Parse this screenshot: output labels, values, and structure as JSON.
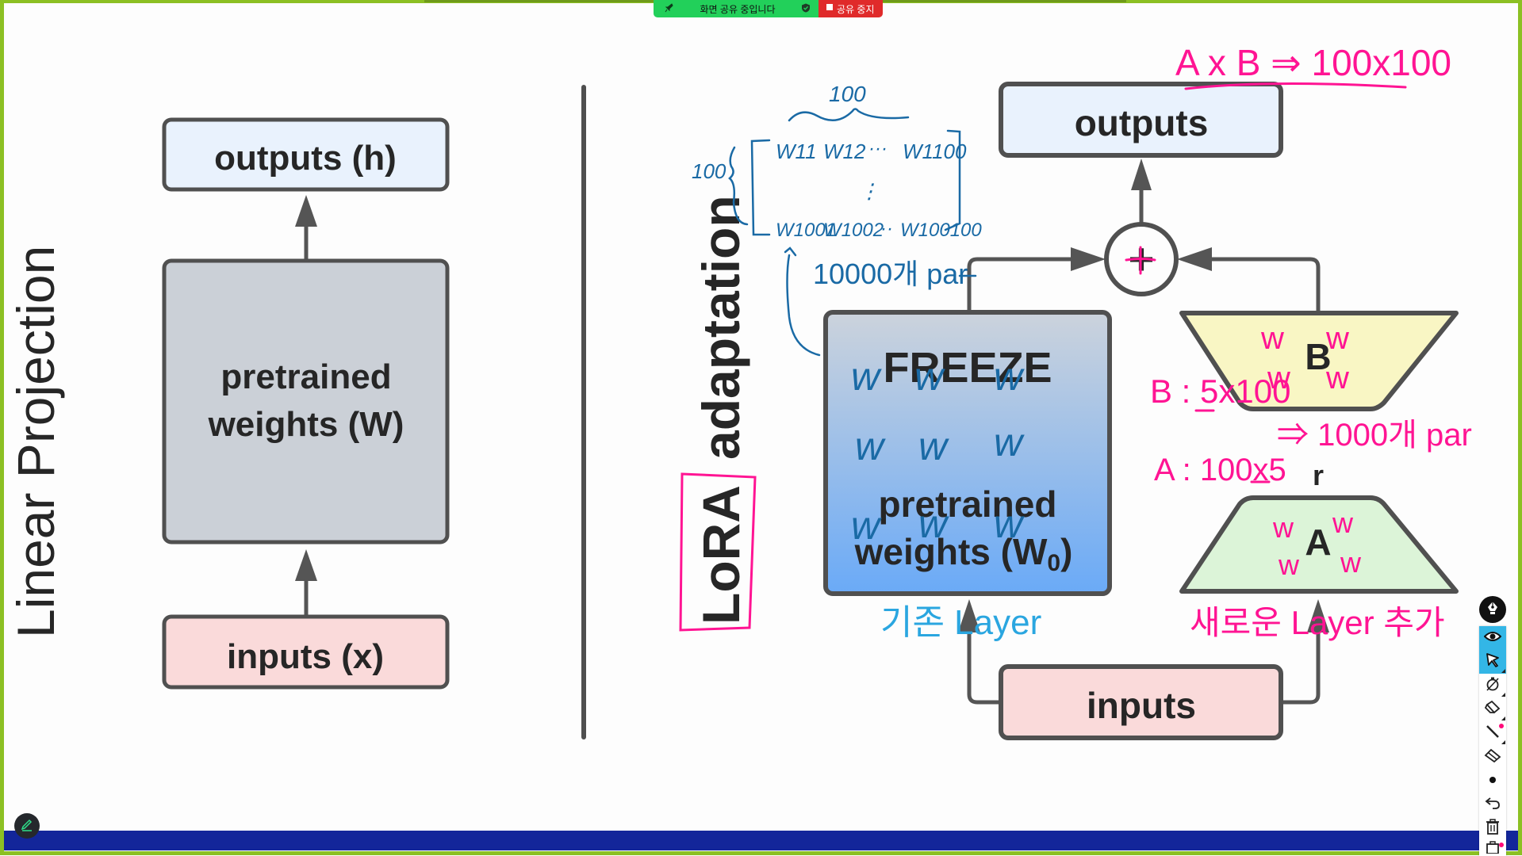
{
  "share_banner": {
    "status_text": "화면 공유 중입니다",
    "stop_label": "공유 중지",
    "colors": {
      "sharing": "#22d05a",
      "stop": "#e02a2a"
    }
  },
  "left_diagram": {
    "title": "Linear Projection",
    "outputs_label": "outputs (h)",
    "weights_line1": "pretrained",
    "weights_line2": "weights (W)",
    "inputs_label": "inputs (x)"
  },
  "right_diagram": {
    "title_lora": "LoRA",
    "title_rest": "adaptation",
    "outputs_label": "outputs",
    "plus_symbol": "+",
    "freeze_label": "FREEZE",
    "weights_line1": "pretrained",
    "weights_line2": "weights (W",
    "weights_sub": "0",
    "weights_close": ")",
    "b_label": "B",
    "a_label": "A",
    "r_label": "r",
    "inputs_label": "inputs"
  },
  "annotations": {
    "blue": {
      "matrix_cols": "100",
      "matrix_rows": "100",
      "matrix_row1": [
        "W11",
        "W12",
        "···",
        "W1100"
      ],
      "matrix_vdots": "⋮",
      "matrix_row2": [
        "W1001",
        "W1002",
        "··",
        "W100100"
      ],
      "param_count": "10000개 par",
      "existing_layer": "기존 Layer",
      "w_mark": "w"
    },
    "pink": {
      "product": "A x B ⇒ 100x100",
      "b_dims": "B : 5x100",
      "a_dims": "A : 100x5",
      "lora_params": "⇒ 1000개 par",
      "new_layer": "새로운 Layer 추가",
      "w_mark": "w"
    },
    "colors": {
      "blue_ink": "#1a6aa5",
      "light_blue_ink": "#2aa6e0",
      "pink_ink": "#ff1493"
    }
  },
  "toolbar": {
    "items": [
      {
        "name": "pen-menu",
        "icon": "fountain-pen-icon"
      },
      {
        "name": "view",
        "icon": "eye-icon",
        "active": true
      },
      {
        "name": "select",
        "icon": "cursor-arrow-icon",
        "active": true
      },
      {
        "name": "timer",
        "icon": "stopwatch-off-icon"
      },
      {
        "name": "highlighter",
        "icon": "highlighter-icon"
      },
      {
        "name": "line",
        "icon": "line-icon"
      },
      {
        "name": "eraser",
        "icon": "eraser-icon"
      },
      {
        "name": "dot",
        "icon": "dot-icon"
      },
      {
        "name": "undo",
        "icon": "undo-icon"
      },
      {
        "name": "delete",
        "icon": "trash-icon"
      },
      {
        "name": "clear-page",
        "icon": "clear-page-icon"
      }
    ],
    "accent": "#33b6e6"
  }
}
